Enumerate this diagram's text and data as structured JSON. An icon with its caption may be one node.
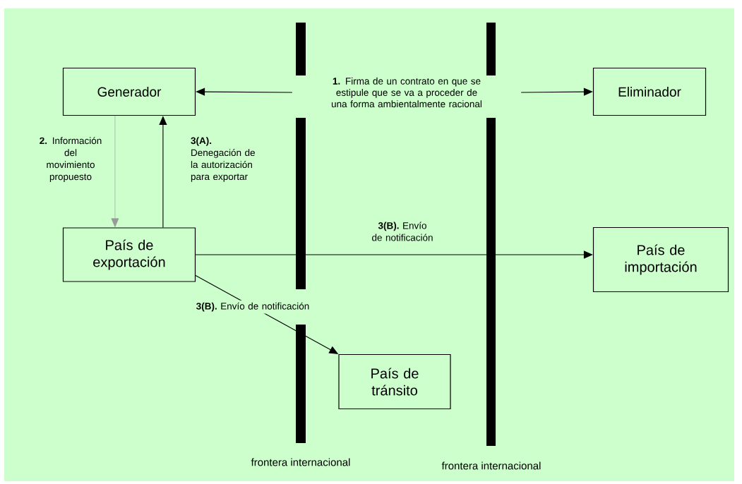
{
  "diagram": {
    "nodes": [
      {
        "text": [
          "Generador"
        ]
      },
      {
        "text": [
          "Eliminador"
        ]
      },
      {
        "text": [
          "País de exportación"
        ]
      },
      {
        "text": [
          "País de importación"
        ]
      },
      {
        "text": [
          "País de tránsito"
        ]
      },
      {
        "text": [
          "**1.** Firma de un contrato en que se estipule que se va a proceder de una forma ambientalmente racional"
        ]
      }
    ],
    "edges": [
      {
        "from": 5,
        "to": 0,
        "arrow": "to"
      },
      {
        "from": 5,
        "to": 1,
        "arrow": "to"
      },
      {
        "from": 0,
        "to": 2,
        "arrow": "to",
        "color": "#999999",
        "label": "**2.** Información del movimiento propuesto"
      },
      {
        "from": 2,
        "to": 0,
        "arrow": "to",
        "label": "**3(A).** Denegación de la autorización para exportar"
      },
      {
        "from": 2,
        "to": 3,
        "arrow": "to",
        "label": "**3(B).** Envío de notificación"
      },
      {
        "from": 2,
        "to": 4,
        "arrow": "to",
        "label": "**3(B).** Envío de notificación"
      }
    ],
    "labels": [
      "frontera internacional",
      "frontera internacional"
    ]
  }
}
